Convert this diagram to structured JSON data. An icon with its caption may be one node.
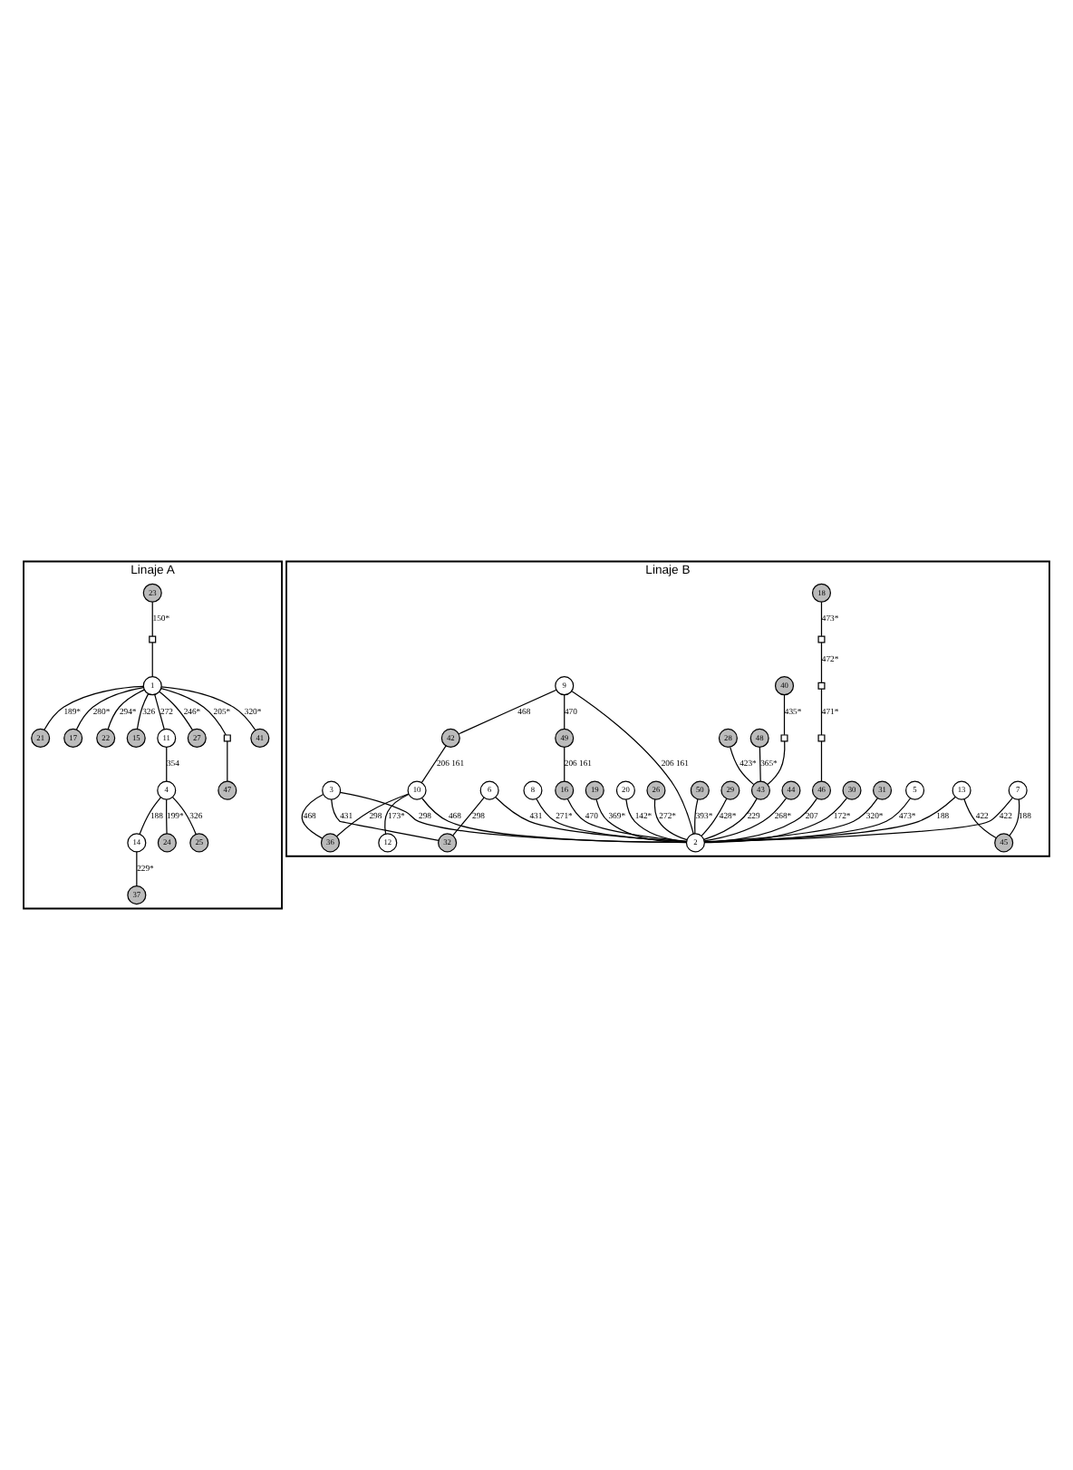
{
  "diagram": {
    "nodes": [
      {
        "text": [
          "Linaje A"
        ]
      },
      {
        "text": [
          "21"
        ],
        "in": 0
      },
      {
        "text": [
          "17"
        ],
        "in": 0
      },
      {
        "text": [
          "14"
        ],
        "in": 0
      },
      {
        "text": [
          "37"
        ],
        "in": 0
      },
      {
        "text": [
          "22"
        ],
        "in": 0
      },
      {
        "text": [
          "15"
        ],
        "in": 0
      },
      {
        "text": [
          "23"
        ],
        "in": 0
      },
      {
        "text": [],
        "shape": "box",
        "in": 0
      },
      {
        "text": [
          "1"
        ],
        "in": 0
      },
      {
        "text": [
          "11"
        ],
        "in": 0
      },
      {
        "text": [
          "4"
        ],
        "in": 0
      },
      {
        "text": [
          "24"
        ],
        "in": 0
      },
      {
        "text": [
          "27"
        ],
        "in": 0
      },
      {
        "text": [],
        "shape": "box",
        "in": 0
      },
      {
        "text": [
          "41"
        ],
        "in": 0
      },
      {
        "text": [
          "47"
        ],
        "in": 0
      },
      {
        "text": [
          "25"
        ],
        "in": 0
      },
      {
        "text": [
          "Linaje B"
        ]
      },
      {
        "text": [
          "31"
        ],
        "in": 18
      },
      {
        "text": [
          "30"
        ],
        "in": 18
      },
      {
        "text": [
          "44"
        ],
        "in": 18
      },
      {
        "text": [
          "18"
        ],
        "in": 18
      },
      {
        "text": [],
        "shape": "box",
        "in": 18
      },
      {
        "text": [
          "29"
        ],
        "in": 18
      },
      {
        "text": [],
        "shape": "box",
        "in": 18
      },
      {
        "text": [
          "50"
        ],
        "in": 18
      },
      {
        "text": [],
        "shape": "box",
        "in": 18
      },
      {
        "text": [
          "26"
        ],
        "in": 18
      },
      {
        "text": [
          "28"
        ],
        "in": 18
      },
      {
        "text": [
          "46"
        ],
        "in": 18
      },
      {
        "text": [
          "40"
        ],
        "in": 18
      },
      {
        "text": [],
        "shape": "box",
        "in": 18
      },
      {
        "text": [
          "43"
        ],
        "in": 18
      },
      {
        "text": [
          "20"
        ],
        "in": 18
      },
      {
        "text": [
          "2"
        ],
        "in": 18
      },
      {
        "text": [
          "48"
        ],
        "in": 18
      },
      {
        "text": [
          "19"
        ],
        "in": 18
      },
      {
        "text": [
          "16"
        ],
        "in": 18
      },
      {
        "text": [
          "49"
        ],
        "in": 18
      },
      {
        "text": [
          "8"
        ],
        "in": 18
      },
      {
        "text": [
          "9"
        ],
        "in": 18
      },
      {
        "text": [
          "10"
        ],
        "in": 18
      },
      {
        "text": [
          "5"
        ],
        "in": 18
      },
      {
        "text": [
          "3"
        ],
        "in": 18
      },
      {
        "text": [
          "12"
        ],
        "in": 18
      },
      {
        "text": [
          "42"
        ],
        "in": 18
      },
      {
        "text": [
          "6"
        ],
        "in": 18
      },
      {
        "text": [
          "7"
        ],
        "in": 18
      },
      {
        "text": [
          "13"
        ],
        "in": 18
      },
      {
        "text": [
          "36"
        ],
        "in": 18
      },
      {
        "text": [
          "32"
        ],
        "in": 18
      },
      {
        "text": [
          "45"
        ],
        "in": 18
      }
    ],
    "edges": [
      {
        "from": 9,
        "to": 1,
        "arrow": "none",
        "label": "189*"
      },
      {
        "from": 9,
        "to": 5,
        "arrow": "none",
        "label": "294*"
      },
      {
        "from": 7,
        "to": 8,
        "arrow": "none",
        "label": "150*"
      },
      {
        "from": 8,
        "to": 9,
        "arrow": "none"
      },
      {
        "from": 9,
        "to": 13,
        "arrow": "none",
        "label": "246*"
      },
      {
        "from": 9,
        "to": 15,
        "arrow": "none",
        "label": "320*"
      },
      {
        "from": 9,
        "to": 2,
        "arrow": "none",
        "label": "280*"
      },
      {
        "from": 9,
        "to": 6,
        "arrow": "none",
        "label": "326"
      },
      {
        "from": 9,
        "to": 10,
        "arrow": "none",
        "label": "272"
      },
      {
        "from": 9,
        "to": 14,
        "arrow": "none",
        "label": "205*"
      },
      {
        "from": 14,
        "to": 16,
        "arrow": "none"
      },
      {
        "from": 10,
        "to": 11,
        "arrow": "none",
        "label": "354"
      },
      {
        "from": 11,
        "to": 3,
        "arrow": "none",
        "label": "188"
      },
      {
        "from": 3,
        "to": 4,
        "arrow": "none",
        "label": "229*"
      },
      {
        "from": 11,
        "to": 12,
        "arrow": "none",
        "label": "199*"
      },
      {
        "from": 11,
        "to": 17,
        "arrow": "none",
        "label": "326"
      },
      {
        "from": 22,
        "to": 23,
        "arrow": "none",
        "label": "473*"
      },
      {
        "from": 23,
        "to": 25,
        "arrow": "none",
        "label": "472*"
      },
      {
        "from": 25,
        "to": 27,
        "arrow": "none",
        "label": "471*"
      },
      {
        "from": 27,
        "to": 30,
        "arrow": "none"
      },
      {
        "from": 30,
        "to": 35,
        "arrow": "none",
        "label": "207"
      },
      {
        "from": 26,
        "to": 35,
        "arrow": "none",
        "label": "393*"
      },
      {
        "from": 21,
        "to": 35,
        "arrow": "none",
        "label": "268*"
      },
      {
        "from": 19,
        "to": 35,
        "arrow": "none",
        "label": "320*"
      },
      {
        "from": 20,
        "to": 35,
        "arrow": "none",
        "label": "172*"
      },
      {
        "from": 24,
        "to": 35,
        "arrow": "none",
        "label": "428*"
      },
      {
        "from": 28,
        "to": 35,
        "arrow": "none",
        "label": "272*"
      },
      {
        "from": 34,
        "to": 35,
        "arrow": "none",
        "label": "142*"
      },
      {
        "from": 37,
        "to": 35,
        "arrow": "none",
        "label": "369*"
      },
      {
        "from": 29,
        "to": 33,
        "arrow": "none",
        "label": "423*"
      },
      {
        "from": 31,
        "to": 32,
        "arrow": "none",
        "label": "435*"
      },
      {
        "from": 32,
        "to": 33,
        "arrow": "none"
      },
      {
        "from": 36,
        "to": 33,
        "arrow": "none",
        "label": "365*"
      },
      {
        "from": 33,
        "to": 35,
        "arrow": "none",
        "label": "229"
      },
      {
        "from": 38,
        "to": 35,
        "arrow": "none",
        "label": "470"
      },
      {
        "from": 39,
        "to": 38,
        "arrow": "none",
        "label": "206 161"
      },
      {
        "from": 41,
        "to": 35,
        "arrow": "none",
        "label": "206 161"
      },
      {
        "from": 41,
        "to": 39,
        "arrow": "none",
        "label": "470"
      },
      {
        "from": 41,
        "to": 46,
        "arrow": "none",
        "label": "468"
      },
      {
        "from": 46,
        "to": 42,
        "arrow": "none",
        "label": "206 161"
      },
      {
        "from": 42,
        "to": 35,
        "arrow": "none",
        "label": "468"
      },
      {
        "from": 42,
        "to": 45,
        "arrow": "none",
        "label": "173*"
      },
      {
        "from": 42,
        "to": 50,
        "arrow": "none",
        "label": "298"
      },
      {
        "from": 44,
        "to": 35,
        "arrow": "none",
        "label": "298"
      },
      {
        "from": 44,
        "to": 50,
        "arrow": "none",
        "label": "468"
      },
      {
        "from": 44,
        "to": 51,
        "arrow": "none",
        "label": "431"
      },
      {
        "from": 47,
        "to": 51,
        "arrow": "none",
        "label": "298"
      },
      {
        "from": 47,
        "to": 35,
        "arrow": "none",
        "label": "431"
      },
      {
        "from": 48,
        "to": 35,
        "arrow": "none",
        "label": "422"
      },
      {
        "from": 48,
        "to": 52,
        "arrow": "none",
        "label": "188"
      },
      {
        "from": 49,
        "to": 35,
        "arrow": "none",
        "label": "188"
      },
      {
        "from": 49,
        "to": 52,
        "arrow": "none",
        "label": "422"
      },
      {
        "from": 43,
        "to": 35,
        "arrow": "none",
        "label": "473*"
      },
      {
        "from": 40,
        "to": 35,
        "arrow": "none",
        "label": "271*"
      }
    ]
  }
}
